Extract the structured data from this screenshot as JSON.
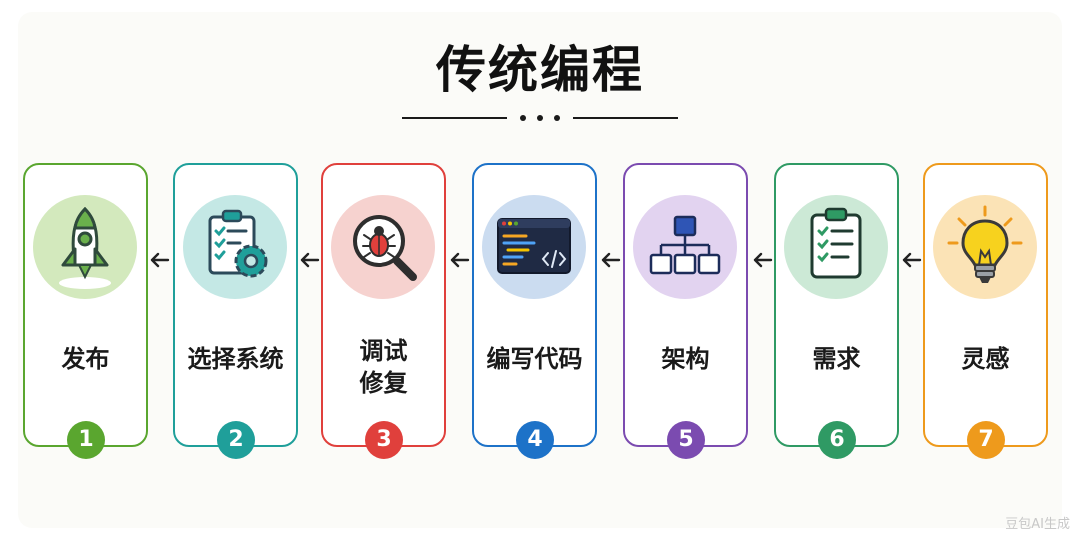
{
  "title": "传统编程",
  "steps": [
    {
      "label": "发布",
      "number": "1",
      "icon": "rocket-icon",
      "color": "#5aa62f",
      "tint": "#d8ecc4"
    },
    {
      "label": "选择系统",
      "number": "2",
      "icon": "checklist-gear-icon",
      "color": "#1f9f9a",
      "tint": "#c9ece9"
    },
    {
      "label": "调试修复",
      "line1": "调试",
      "line2": "修复",
      "number": "3",
      "icon": "bug-magnifier-icon",
      "color": "#e0403c",
      "tint": "#f8d6d3"
    },
    {
      "label": "编写代码",
      "number": "4",
      "icon": "code-editor-icon",
      "color": "#1d72c8",
      "tint": "#cfe0f3"
    },
    {
      "label": "架构",
      "number": "5",
      "icon": "hierarchy-icon",
      "color": "#7b4bb0",
      "tint": "#e4d6f1"
    },
    {
      "label": "需求",
      "number": "6",
      "icon": "clipboard-checklist-icon",
      "color": "#2f9a64",
      "tint": "#cfead9"
    },
    {
      "label": "灵感",
      "number": "7",
      "icon": "lightbulb-icon",
      "color": "#ee9a1c",
      "tint": "#fbe6bd"
    }
  ],
  "arrow_icon": "arrow-left-icon",
  "watermark": "豆包AI生成"
}
